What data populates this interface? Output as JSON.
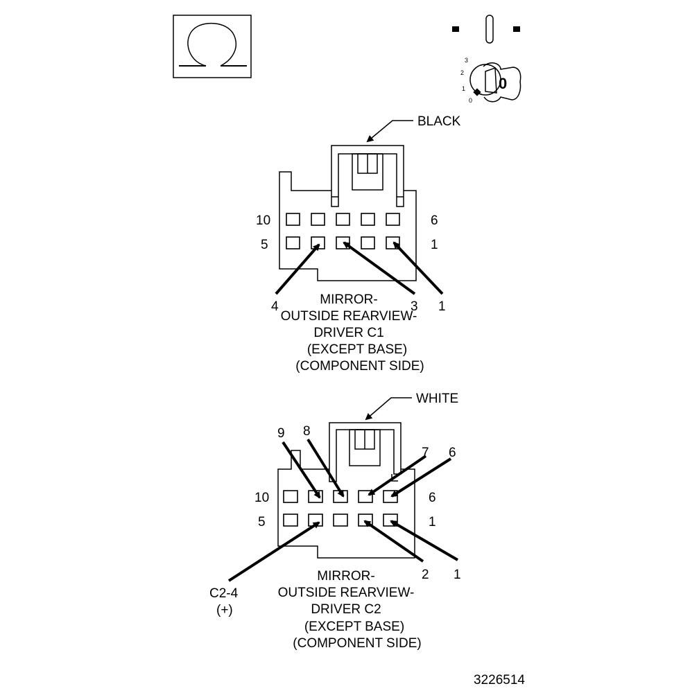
{
  "symbol_box": {
    "icon": "ohm-icon"
  },
  "ignition": {
    "key_label": "0",
    "scale": [
      "3",
      "2",
      "1",
      "0"
    ]
  },
  "connector1": {
    "color_label": "BLACK",
    "row_top_left": "10",
    "row_top_right": "6",
    "row_bottom_left": "5",
    "row_bottom_right": "1",
    "callout_4": "4",
    "callout_3": "3",
    "callout_1": "1",
    "title_lines": [
      "MIRROR-",
      "OUTSIDE REARVIEW-",
      "DRIVER C1",
      "(EXCEPT BASE)",
      "(COMPONENT SIDE)"
    ]
  },
  "connector2": {
    "color_label": "WHITE",
    "row_top_left": "10",
    "row_top_right": "6",
    "row_bottom_left": "5",
    "row_bottom_right": "1",
    "callout_9": "9",
    "callout_8": "8",
    "callout_7": "7",
    "callout_6": "6",
    "callout_2": "2",
    "callout_1": "1",
    "callout_c24": "C2-4",
    "callout_plus": "(+)",
    "title_lines": [
      "MIRROR-",
      "OUTSIDE REARVIEW-",
      "DRIVER C2",
      "(EXCEPT BASE)",
      "(COMPONENT SIDE)"
    ]
  },
  "figure_number": "3226514"
}
